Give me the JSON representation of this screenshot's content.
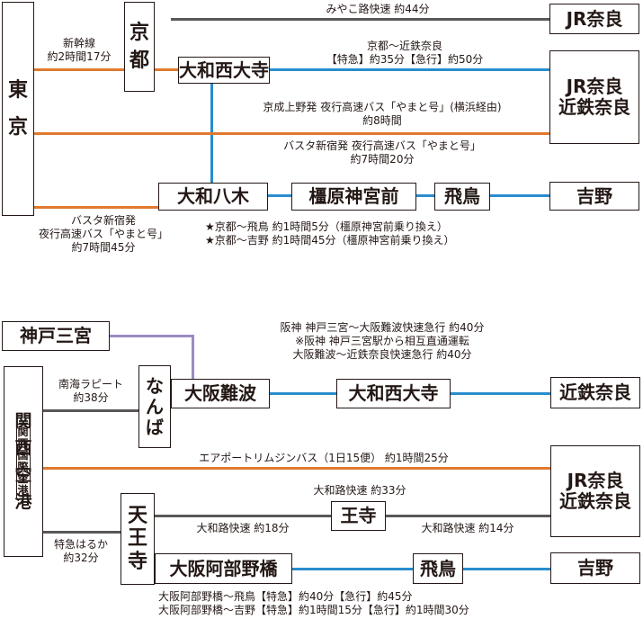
{
  "stations": {
    "tokyo": [
      "東",
      "京"
    ],
    "kyoto": [
      "京",
      "都"
    ],
    "yamato_saidaiji_1": "大和西大寺",
    "yamato_yagi": "大和八木",
    "kashihara_jingumae": "橿原神宮前",
    "asuka_1": "飛鳥",
    "yoshino_1": "吉野",
    "jr_nara_1": "JR奈良",
    "jr_kintetsu_nara_1": [
      "JR奈良",
      "近鉄奈良"
    ],
    "kobe_sannomiya": "神戸三宮",
    "namba": [
      "な",
      "ん",
      "ば"
    ],
    "osaka_namba": "大阪難波",
    "yamato_saidaiji_2": "大和西大寺",
    "kintetsu_nara": "近鉄奈良",
    "kansai_airport": [
      "関",
      "西",
      "空",
      "港"
    ],
    "kansai_airport_sub": [
      "関",
      "西",
      "国",
      "際",
      "空",
      "港"
    ],
    "tennoji": [
      "天",
      "王",
      "寺"
    ],
    "oji": "王寺",
    "jr_kintetsu_nara_2": [
      "JR奈良",
      "近鉄奈良"
    ],
    "osaka_abenobashi": "大阪阿部野橋",
    "asuka_2": "飛鳥",
    "yoshino_2": "吉野"
  },
  "labels": {
    "miyakoji_top": "みやこ路快速 約44分",
    "shinkansen": [
      "新幹線",
      "約2時間17分"
    ],
    "kyoto_kintetsu": [
      "京都～近鉄奈良",
      "【特急】約35分【急行】約50分"
    ],
    "keisei_bus": [
      "京成上野発 夜行高速バス「やまと号」(横浜経由)",
      "約8時間"
    ],
    "busta_bus_1": [
      "バスタ新宿発 夜行高速バス「やまと号」",
      "約7時間20分"
    ],
    "busta_bus_2": [
      "バスタ新宿発",
      "夜行高速バス「やまと号」",
      "約7時間45分"
    ],
    "transfer_notes": [
      "★京都～飛鳥 約1時間5分（橿原神宮前乗り換え）",
      "★京都～吉野 約1時間45分（橿原神宮前乗り換え）"
    ],
    "hanshin": [
      "阪神 神戸三宮～大阪難波快速急行 約40分",
      "※阪神 神戸三宮駅から相互直通運転",
      "大阪難波～近鉄奈良快速急行 約40分"
    ],
    "nankai": [
      "南海ラピート",
      "約38分"
    ],
    "limousine": "エアポートリムジンバス（1日15便） 約1時間25分",
    "yamatoji_33": "大和路快速 約33分",
    "yamatoji_18": "大和路快速 約18分",
    "yamatoji_14": "大和路快速 約14分",
    "haruka": [
      "特急はるか",
      "約32分"
    ],
    "abeno_notes": [
      "大阪阿部野橋～飛鳥【特急】約40分【急行】約45分",
      "大阪阿部野橋～吉野【特急】約1時間15分【急行】約1時間30分"
    ]
  },
  "colors": {
    "jr": "#595757",
    "shinkansen_bus": "#e07a2f",
    "kintetsu": "#2a8ccd",
    "hanshin": "#9b8ac4"
  }
}
